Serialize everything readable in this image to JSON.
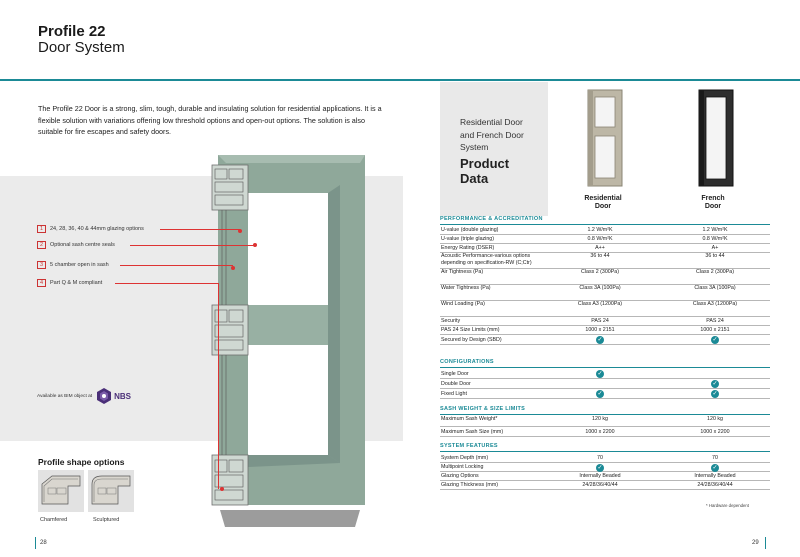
{
  "left_page": {
    "title": "Profile 22",
    "subtitle": "Door System",
    "intro": "The Profile 22 Door is a strong, slim, tough, durable and insulating solution for residential applications. It is a flexible solution with variations offering low threshold options and open-out options. The solution is also suitable for fire escapes and safety doors.",
    "features": [
      {
        "num": "1",
        "label": "24, 28, 36, 40 & 44mm glazing options"
      },
      {
        "num": "2",
        "label": "Optional sash centre seals"
      },
      {
        "num": "3",
        "label": "5 chamber open in sash"
      },
      {
        "num": "4",
        "label": "Part Q & M compliant"
      }
    ],
    "bim_text": "Available as BIM object at",
    "bim_logo": "NBS",
    "shape_title": "Profile shape options",
    "shapes": [
      {
        "label": "Chamfered"
      },
      {
        "label": "Sculptured"
      }
    ],
    "page_number": "28"
  },
  "right_page": {
    "heading_small": [
      "Residential Door",
      "and French Door",
      "System"
    ],
    "heading_big": [
      "Product",
      "Data"
    ],
    "columns": [
      {
        "line1": "Residential",
        "line2": "Door"
      },
      {
        "line1": "French",
        "line2": "Door"
      }
    ],
    "sections": [
      {
        "title": "PERFORMANCE & ACCREDITATION",
        "rows": [
          {
            "label": "U-value (double glazing)",
            "a": "1.2 W/m²K",
            "b": "1.2 W/m²K"
          },
          {
            "label": "U-value (triple glazing)",
            "a": "0.8 W/m²K",
            "b": "0.8 W/m²K"
          },
          {
            "label": "Energy Rating (DSER)",
            "a": "A++",
            "b": "A+"
          },
          {
            "label": "Acoustic Performance-various options depending on specification-RW (C;Ctr)",
            "a": "36 to 44",
            "b": "36 to 44"
          },
          {
            "label": "Air Tightness (Pa)",
            "a": "Class 2 (300Pa)",
            "b": "Class 2 (300Pa)"
          },
          {
            "label": "Water Tightness (Pa)",
            "a": "Class 3A (100Pa)",
            "b": "Class 3A (100Pa)"
          },
          {
            "label": "Wind Loading (Pa)",
            "a": "Class A3 (1200Pa)",
            "b": "Class A3 (1200Pa)"
          },
          {
            "label": "Security",
            "a": "PAS 24",
            "b": "PAS 24"
          },
          {
            "label": "PAS 24 Size Limits (mm)",
            "a": "1000 x 2151",
            "b": "1000 x 2151"
          },
          {
            "label": "Secured by Design (SBD)",
            "a": "check",
            "b": "check"
          }
        ]
      },
      {
        "title": "CONFIGURATIONS",
        "rows": [
          {
            "label": "Single Door",
            "a": "check",
            "b": ""
          },
          {
            "label": "Double Door",
            "a": "",
            "b": "check"
          },
          {
            "label": "Fixed Light",
            "a": "check",
            "b": "check"
          }
        ]
      },
      {
        "title": "SASH WEIGHT & SIZE LIMITS",
        "rows": [
          {
            "label": "Maximum Sash Weight*",
            "a": "120 kg",
            "b": "120 kg"
          },
          {
            "label": "Maximum Sash Size (mm)",
            "a": "1000 x 2200",
            "b": "1000 x 2200"
          }
        ]
      },
      {
        "title": "SYSTEM FEATURES",
        "rows": [
          {
            "label": "System Depth (mm)",
            "a": "70",
            "b": "70"
          },
          {
            "label": "Multipoint Locking",
            "a": "check",
            "b": "check"
          },
          {
            "label": "Glazing Options",
            "a": "Internally Beaded",
            "b": "Internally Beaded"
          },
          {
            "label": "Glazing Thickness (mm)",
            "a": "24/28/36/40/44",
            "b": "24/28/36/40/44"
          }
        ]
      }
    ],
    "footnote": "* Hardware dependent",
    "page_number": "29"
  },
  "colors": {
    "accent": "#1b8a96",
    "door_frame": "#8fa89a",
    "leader": "#dd3333",
    "nbs": "#4a2f78"
  }
}
